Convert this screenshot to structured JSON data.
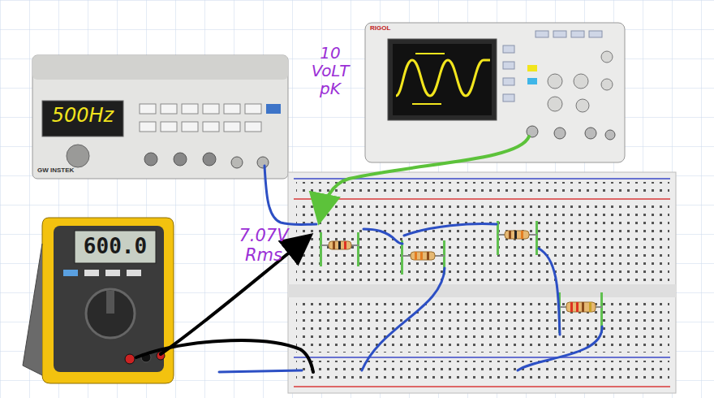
{
  "diagram": {
    "labels": [
      "500Hz",
      "10 VoLT pK",
      "7.07V Rms",
      "600.0",
      "RIGOL",
      "GW INSTEK"
    ]
  }
}
